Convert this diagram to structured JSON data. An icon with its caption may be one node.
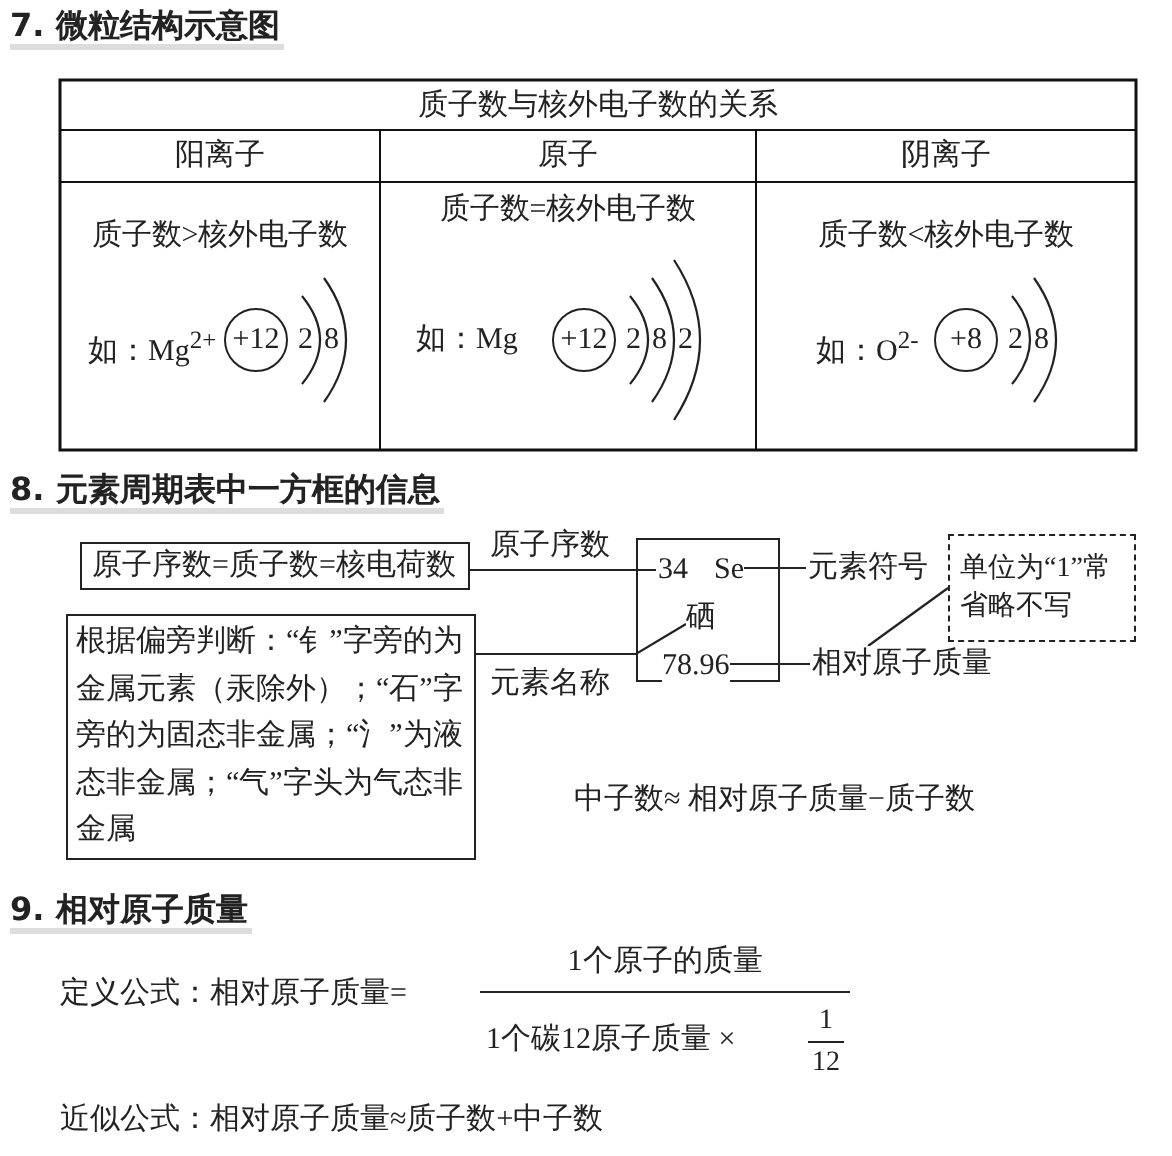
{
  "diagram": {
    "nodes": [
      {
        "text": [
          "+12"
        ]
      },
      {
        "text": [
          "+12"
        ]
      },
      {
        "text": [
          "+8"
        ]
      },
      {
        "text": [
          "原子序数=质子数=核电荷数"
        ]
      },
      {
        "text": [],
        "shape": "box"
      },
      {
        "text": [
          "34"
        ],
        "in": 4
      },
      {
        "text": [
          "Se"
        ],
        "in": 4
      },
      {
        "text": [
          "硒"
        ],
        "in": 4
      },
      {
        "text": [
          "78.96"
        ],
        "in": 4
      },
      {
        "text": [
          "元素符号"
        ]
      },
      {
        "text": [
          "单位为“1”常省略不写"
        ]
      },
      {
        "text": [
          "根据偏旁判断：“钅”字旁的为金属元素（汞除外）；“石”字旁的为固态非金属；“氵”为液态非金属；“气”字头为气态非金属"
        ]
      },
      {
        "text": [
          "相对原子质量"
        ]
      }
    ],
    "edges": [
      {
        "from": 3,
        "to": 5,
        "arrow": "none",
        "label": "原子序数"
      },
      {
        "from": 11,
        "to": 7,
        "arrow": "none",
        "label": "元素名称"
      },
      {
        "from": 6,
        "to": 9,
        "arrow": "none"
      },
      {
        "from": 8,
        "to": 12,
        "arrow": "none"
      },
      {
        "from": 10,
        "to": 12,
        "arrow": "none"
      }
    ],
    "labels": [
      "7. 微粒结构示意图",
      "质子数与核外电子数的关系",
      "阳离子",
      "原子",
      "阴离子",
      "质子数>核外电子数",
      "质子数=核外电子数",
      "质子数<核外电子数",
      "如：Mg$^{2+}$",
      "2",
      "8",
      "如：Mg",
      "2",
      "8",
      "2",
      "如：O$^{2-}$",
      "2",
      "8",
      "8. 元素周期表中一方框的信息",
      "中子数≈ 相对原子质量−质子数",
      "9. 相对原子质量",
      "定义公式：相对原子质量=",
      "1个原子的质量",
      "1个碳12原子质量 ×",
      "1",
      "12",
      "近似公式：相对原子质量≈质子数+中子数"
    ]
  }
}
